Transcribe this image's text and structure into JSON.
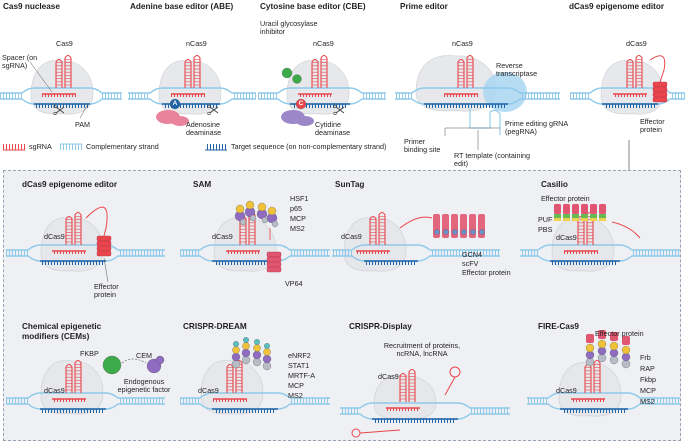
{
  "colors": {
    "cas9_body": "#e6e7ea",
    "dna_strand": "#8ec9ea",
    "target_strand": "#1f63a8",
    "sgrna": "#e8464c",
    "deaminase_pink": "#e9839b",
    "cytidine_purple": "#9c87c9",
    "inhibitor_green": "#3daa4a",
    "rt_blue": "#a9d6f1",
    "hsf1_yellow": "#f0c23a",
    "p65_purple": "#8f6cc0",
    "vp64_pink": "#e05670",
    "mcp_gray": "#b8bcc7",
    "gcn4_blue": "#6e8fc9",
    "puf_green": "#67b954",
    "pbs_yellow": "#eed04f",
    "panel_background": "#eef0f4"
  },
  "top": {
    "cas9_nuclease": {
      "title": "Cas9 nuclease",
      "protein": "Cas9",
      "spacer": "Spacer (on sgRNA)",
      "pam": "PAM"
    },
    "abe": {
      "title": "Adenine base editor (ABE)",
      "protein": "nCas9",
      "deaminase": "Adenosine deaminase",
      "base": "A"
    },
    "cbe": {
      "title": "Cytosine base editor (CBE)",
      "protein": "nCas9",
      "inhibitor": "Uracil glycosylase inhibitor",
      "deaminase": "Cytidine deaminase",
      "base": "C"
    },
    "prime": {
      "title": "Prime editor",
      "protein": "nCas9",
      "rt": "Reverse transcriptase",
      "pegrna": "Prime editing gRNA (pegRNA)",
      "pbs": "Primer binding site",
      "template": "RT template (containing edit)"
    },
    "dcas9_epi": {
      "title": "dCas9 epigenome editor",
      "protein": "dCas9",
      "effector": "Effector protein"
    }
  },
  "legend": {
    "sgrna": "sgRNA",
    "complementary": "Complementary strand",
    "target": "Target sequence (on non-complementary strand)"
  },
  "bottom": {
    "dcas9_epi": {
      "title": "dCas9 epigenome editor",
      "protein": "dCas9",
      "effector": "Effector protein"
    },
    "sam": {
      "title": "SAM",
      "protein": "dCas9",
      "labels": [
        "HSF1",
        "p65",
        "MCP",
        "MS2"
      ],
      "vp64": "VP64"
    },
    "suntag": {
      "title": "SunTag",
      "protein": "dCas9",
      "labels": [
        "GCN4",
        "scFV",
        "Effector protein"
      ]
    },
    "casilio": {
      "title": "Casilio",
      "protein": "dCas9",
      "effector": "Effector protein",
      "puf": "PUF",
      "pbs": "PBS"
    },
    "cem": {
      "title": "Chemical epigenetic modifiers (CEMs)",
      "protein": "dCas9",
      "fkbp": "FKBP",
      "cem": "CEM",
      "factor": "Endogenous epigenetic factor"
    },
    "dream": {
      "title": "CRISPR-DREAM",
      "protein": "dCas9",
      "labels": [
        "eNRF2",
        "STAT1",
        "MRTF-A",
        "MCP",
        "MS2"
      ]
    },
    "display": {
      "title": "CRISPR-Display",
      "protein": "dCas9",
      "recruit": "Recruitment of proteins, ncRNA, lncRNA"
    },
    "fire": {
      "title": "FIRE-Cas9",
      "protein": "dCas9",
      "effector": "Effector protein",
      "labels": [
        "Frb",
        "RAP",
        "Fkbp",
        "MCP",
        "MS2"
      ]
    }
  }
}
